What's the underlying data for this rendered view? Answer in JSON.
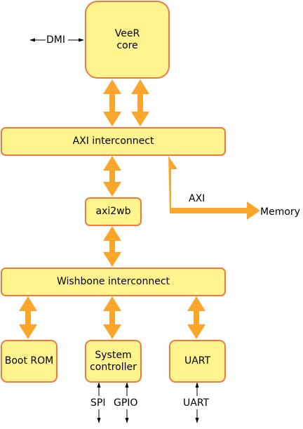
{
  "colors": {
    "box_fill": "#fff48d",
    "box_border": "#f07a3c",
    "bus_arrow": "#f9a62b",
    "signal_line": "#000000"
  },
  "blocks": {
    "veer_core": "VeeR\ncore",
    "axi_interconnect": "AXI interconnect",
    "axi2wb": "axi2wb",
    "wishbone_interconnect": "Wishbone interconnect",
    "boot_rom": "Boot ROM",
    "system_controller": "System\ncontroller",
    "uart": "UART"
  },
  "labels": {
    "dmi": "DMI",
    "axi": "AXI",
    "memory": "Memory",
    "spi": "SPI",
    "gpio": "GPIO",
    "uart_signal": "UART"
  }
}
